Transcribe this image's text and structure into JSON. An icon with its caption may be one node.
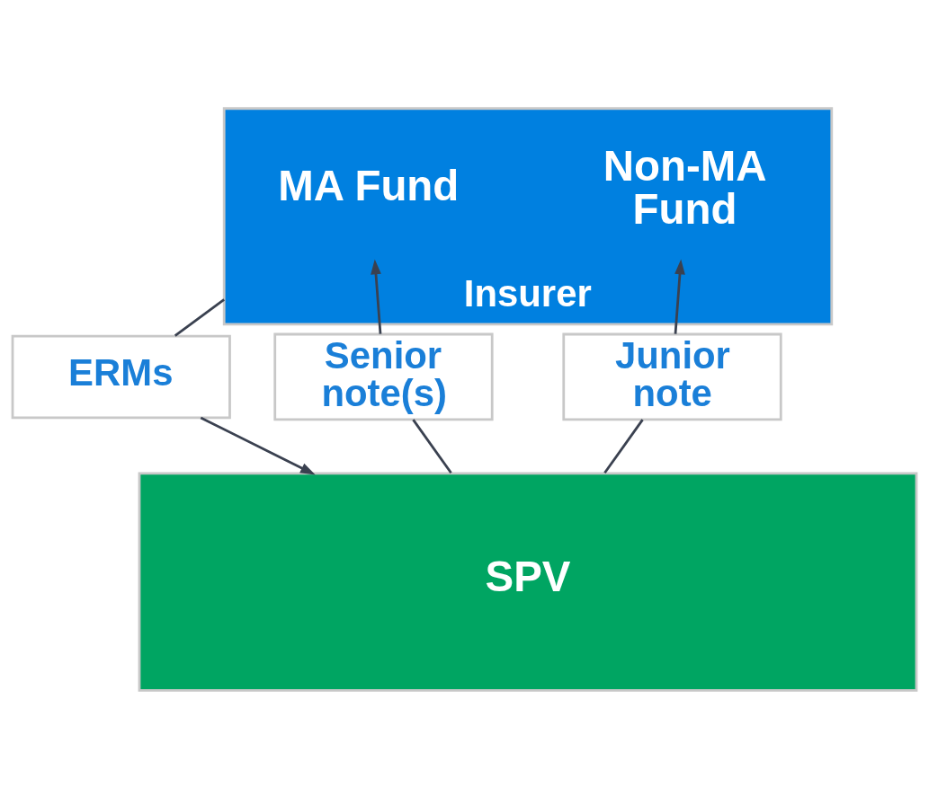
{
  "diagram": {
    "nodes": [
      {
        "text": [
          "Insurer"
        ]
      },
      {
        "text": [
          "MA Fund"
        ],
        "in": 0
      },
      {
        "text": [
          "Non-MA Fund"
        ],
        "in": 0
      },
      {
        "text": [
          "Senior note(s)"
        ]
      },
      {
        "text": [
          "ERMs"
        ]
      },
      {
        "text": [
          "Junior note"
        ]
      },
      {
        "text": [
          "SPV"
        ]
      }
    ],
    "edges": [
      {
        "from": 6,
        "to": 3,
        "arrow": "none"
      },
      {
        "from": 3,
        "to": 1,
        "arrow": "to"
      },
      {
        "from": 0,
        "to": 4,
        "arrow": "none"
      },
      {
        "from": 4,
        "to": 6,
        "arrow": "to"
      },
      {
        "from": 6,
        "to": 5,
        "arrow": "none"
      },
      {
        "from": 5,
        "to": 2,
        "arrow": "to"
      }
    ]
  }
}
